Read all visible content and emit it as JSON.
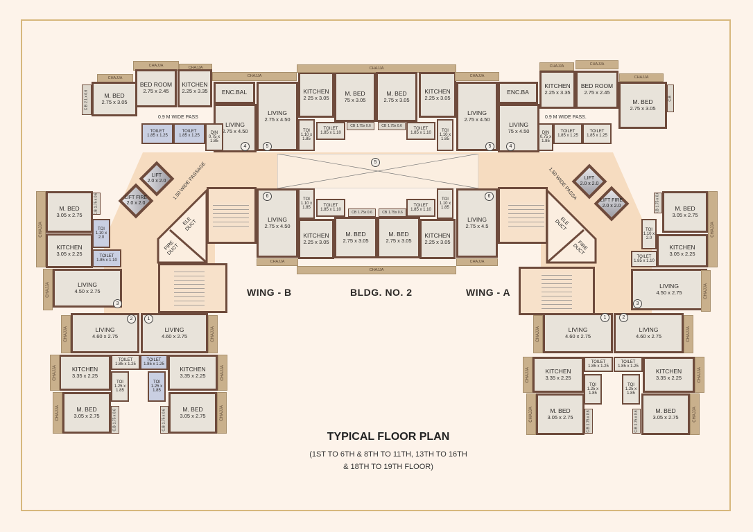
{
  "title": "TYPICAL FLOOR PLAN",
  "subtitle_line1": "(1ST TO 6TH & 8TH TO 11TH, 13TH TO 16TH",
  "subtitle_line2": "& 18TH TO 19TH FLOOR)",
  "building": "BLDG. NO. 2",
  "wings": [
    "WING - B",
    "WING - A"
  ],
  "passages": [
    "1.50 WIDE PASSAGE",
    "1.50 WIDE PASSA",
    "0.9 M WIDE PASS",
    "0.9 M WIDE PASS."
  ],
  "lifts": [
    {
      "name": "LIFT",
      "size": "2.0 x 2.0"
    },
    {
      "name": "LIFT FIRE",
      "size": "2.0 x 2.0"
    },
    {
      "name": "LIFT",
      "size": "2.0 x 2.0"
    },
    {
      "name": "LIFT FIRE",
      "size": "2.0 x 2.0"
    }
  ],
  "ducts": [
    "ELE DUCT",
    "FIRE DUCT",
    "ELE DUCT",
    "FIRE DUCT"
  ],
  "flat_numbers": [
    "4",
    "5",
    "5",
    "4",
    "5",
    "6",
    "6",
    "3",
    "2",
    "1",
    "3",
    "1",
    "2"
  ],
  "colors": {
    "wall": "#6e4b3c",
    "chajja": "#c9b08c",
    "floor": "#e8e3da",
    "toilet": "#c9cfe2",
    "passage": "#f6dcc0",
    "frame": "#d7b77d"
  },
  "rooms": [
    {
      "name": "CHAJJA",
      "size": ""
    },
    {
      "name": "CHAJJA",
      "size": ""
    },
    {
      "name": "CHAJJA",
      "size": ""
    },
    {
      "name": "CHAJJA",
      "size": ""
    },
    {
      "name": "C.B",
      "size": "2.1 x 0.6"
    },
    {
      "name": "M. BED",
      "size": "2.75 x 3.05"
    },
    {
      "name": "BED ROOM",
      "size": "2.75 x 2.45"
    },
    {
      "name": "KITCHEN",
      "size": "2.25 x 3.35"
    },
    {
      "name": "ENC.BAL",
      "size": ""
    },
    {
      "name": "LIVING",
      "size": "2.75 x 4.50"
    },
    {
      "name": "TOILET",
      "size": "1.85 x 1.25"
    },
    {
      "name": "TOILET",
      "size": "1.85 x 1.25"
    },
    {
      "name": "DIN",
      "size": "0.75 x 1.85"
    },
    {
      "name": "LIVING",
      "size": "2.75 x 4.50"
    },
    {
      "name": "KITCHEN",
      "size": "2 25 x 3.05"
    },
    {
      "name": "M. BED",
      "size": "75 x 3.05"
    },
    {
      "name": "TOI",
      "size": "1.10 x 1.85"
    },
    {
      "name": "TOILET",
      "size": "1.85 x 1.10"
    },
    {
      "name": "CB",
      "size": "1.75x 0.6"
    },
    {
      "name": "CHAJJA",
      "size": ""
    },
    {
      "name": "M. BED",
      "size": "2.75 x 3.05"
    },
    {
      "name": "KITCHEN",
      "size": "2.25 x 3.05"
    },
    {
      "name": "CB",
      "size": "1.75x 0.6"
    },
    {
      "name": "TOILET",
      "size": "1.85 x 1.10"
    },
    {
      "name": "TOI",
      "size": "1.10 x 1.85"
    },
    {
      "name": "LIVING",
      "size": "2.75 x 4.50"
    },
    {
      "name": "CHAJJA",
      "size": ""
    },
    {
      "name": "ENC.BA",
      "size": ""
    },
    {
      "name": "LIVING",
      "size": "75 x 4.50"
    },
    {
      "name": "DIN",
      "size": "0.75 x 1.85"
    },
    {
      "name": "KITCHEN",
      "size": "2.25 x 3.35"
    },
    {
      "name": "BED ROOM",
      "size": "2.75 x 2.45"
    },
    {
      "name": "M. BED",
      "size": "2.75 x 3.05"
    },
    {
      "name": "C.B",
      "size": ""
    },
    {
      "name": "TOILET",
      "size": "1.85 x 1.25"
    },
    {
      "name": "TOILET",
      "size": "1.85 x 1.25"
    },
    {
      "name": "CHAJJA",
      "size": ""
    },
    {
      "name": "CHAJJA",
      "size": ""
    },
    {
      "name": "CHAJJA",
      "size": ""
    },
    {
      "name": "LIVING",
      "size": "2.75 x 4.50"
    },
    {
      "name": "TOI",
      "size": "1.10 x 1.85"
    },
    {
      "name": "TOILET",
      "size": "1.85 x 1.10"
    },
    {
      "name": "CB",
      "size": "1.75x 0.6"
    },
    {
      "name": "KITCHEN",
      "size": "2.25 x 3.05"
    },
    {
      "name": "M. BED",
      "size": "2.75 x 3.05"
    },
    {
      "name": "M. BED",
      "size": "2.75 x 3.05"
    },
    {
      "name": "CB",
      "size": "1.75x 0.6"
    },
    {
      "name": "TOILET",
      "size": "1.85 x 1.10"
    },
    {
      "name": "TOI",
      "size": "1.10 x 1.85"
    },
    {
      "name": "KITCHEN",
      "size": "2.25 x 3.05"
    },
    {
      "name": "LIVING",
      "size": "2.75 x 4.5"
    },
    {
      "name": "CHAJJA",
      "size": ""
    },
    {
      "name": "CHAJJA",
      "size": ""
    },
    {
      "name": "CHAJJA",
      "size": ""
    },
    {
      "name": "M. BED",
      "size": "3.05 x 2.75"
    },
    {
      "name": "C.B",
      "size": "1.75 x 0.6"
    },
    {
      "name": "TOI",
      "size": "1.10 x 2.0"
    },
    {
      "name": "KITCHEN",
      "size": "3.05 x 2.25"
    },
    {
      "name": "TOILET",
      "size": "1.85 x 1.10"
    },
    {
      "name": "LIVING",
      "size": "4.50 x 2.75"
    },
    {
      "name": "CHAJJA",
      "size": ""
    },
    {
      "name": "CHAJJA",
      "size": ""
    },
    {
      "name": "LIVING",
      "size": "4.60 x 2.75"
    },
    {
      "name": "LIVING",
      "size": "4.60 x 2.75"
    },
    {
      "name": "CHAJJA",
      "size": ""
    },
    {
      "name": "CHAJJA",
      "size": ""
    },
    {
      "name": "KITCHEN",
      "size": "3.35 x 2.25"
    },
    {
      "name": "TOILET",
      "size": "1.85 x 1.25"
    },
    {
      "name": "TOILET",
      "size": "1.85 x 1.25"
    },
    {
      "name": "KITCHEN",
      "size": "3.35 x 2.25"
    },
    {
      "name": "TOI",
      "size": "1.25 x 1.85"
    },
    {
      "name": "TOI",
      "size": "1.25 x 1.85"
    },
    {
      "name": "M. BED",
      "size": "3.05 x 2.75"
    },
    {
      "name": "C.B",
      "size": "1.75 x 0.6"
    },
    {
      "name": "C.B",
      "size": "1.75 x 0.6"
    },
    {
      "name": "M. BED",
      "size": "3.05 x 2.75"
    },
    {
      "name": "CHAJJA",
      "size": ""
    },
    {
      "name": "CHAJJA",
      "size": ""
    },
    {
      "name": "CHAJJA",
      "size": ""
    },
    {
      "name": "CHAJJA",
      "size": ""
    },
    {
      "name": "M. BED",
      "size": "3.05 x 2.75"
    },
    {
      "name": "C.B",
      "size": "1.75 x 0.6"
    },
    {
      "name": "TOI",
      "size": "1.10 x 2.0"
    },
    {
      "name": "KITCHEN",
      "size": "3.05 x 2.25"
    },
    {
      "name": "TOILET",
      "size": "1.85 x 1.10"
    },
    {
      "name": "LIVING",
      "size": "4.50 x 2.75"
    },
    {
      "name": "CHAJJA",
      "size": ""
    },
    {
      "name": "CHAJJA",
      "size": ""
    },
    {
      "name": "LIVING",
      "size": "4.60 x 2.75"
    },
    {
      "name": "LIVING",
      "size": "4.60 x 2.75"
    },
    {
      "name": "CHAJJA",
      "size": ""
    },
    {
      "name": "CHAJJA",
      "size": ""
    },
    {
      "name": "KITCHEN",
      "size": "3.35 x 2.25"
    },
    {
      "name": "TOILET",
      "size": "1.85 x 1.25"
    },
    {
      "name": "TOILET",
      "size": "1.85 x 1.25"
    },
    {
      "name": "KITCHEN",
      "size": "3.35 x 2.25"
    },
    {
      "name": "TOI",
      "size": "1.25 x 1.85"
    },
    {
      "name": "TOI",
      "size": "1.25 x 1.85"
    },
    {
      "name": "M. BED",
      "size": "3.05 x 2.75"
    },
    {
      "name": "C.B",
      "size": "1.75 x 0.6"
    },
    {
      "name": "C.B",
      "size": "1.75 x 0.6"
    },
    {
      "name": "M. BED",
      "size": "3.05 x 2.75"
    },
    {
      "name": "CHAJJA",
      "size": ""
    },
    {
      "name": "CHAJJA",
      "size": ""
    },
    {
      "name": "CHAJJA",
      "size": ""
    },
    {
      "name": "CHAJJA",
      "size": ""
    }
  ]
}
